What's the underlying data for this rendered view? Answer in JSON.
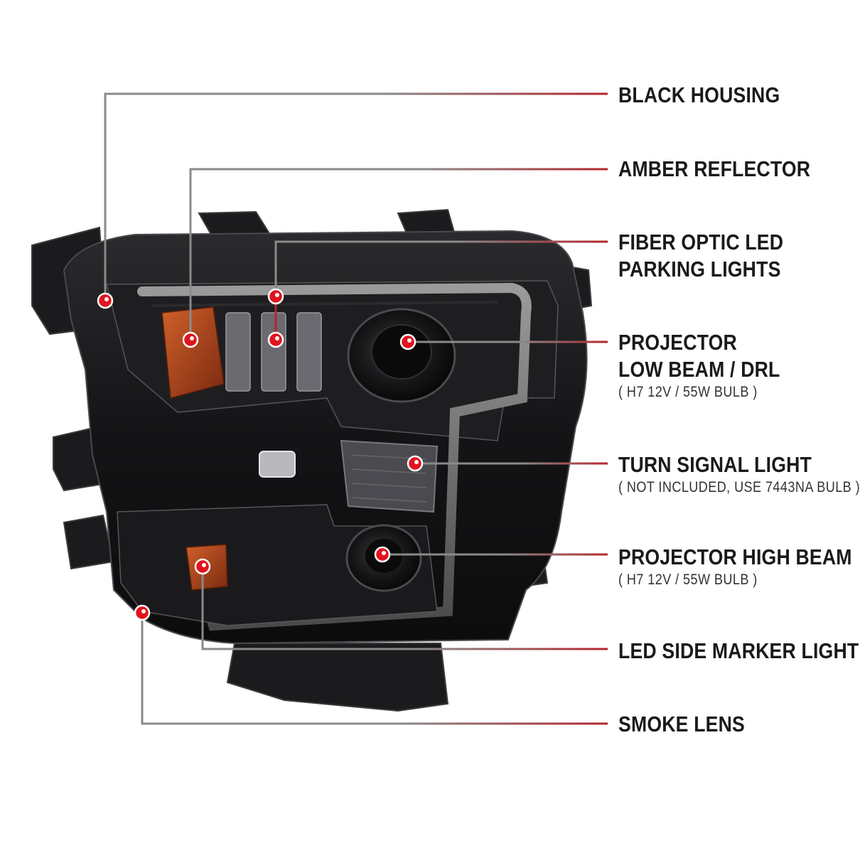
{
  "callouts": [
    {
      "id": "black-housing",
      "lines": [
        "BLACK HOUSING"
      ],
      "sub": ""
    },
    {
      "id": "amber-reflector",
      "lines": [
        "AMBER REFLECTOR"
      ],
      "sub": ""
    },
    {
      "id": "fiber-optic",
      "lines": [
        "FIBER OPTIC LED",
        "PARKING LIGHTS"
      ],
      "sub": ""
    },
    {
      "id": "projector-low",
      "lines": [
        "PROJECTOR",
        "LOW BEAM / DRL"
      ],
      "sub": "( H7  12V / 55W  BULB )"
    },
    {
      "id": "turn-signal",
      "lines": [
        "TURN SIGNAL LIGHT"
      ],
      "sub": "( NOT INCLUDED, USE  7443NA  BULB )"
    },
    {
      "id": "projector-high",
      "lines": [
        "PROJECTOR HIGH BEAM"
      ],
      "sub": "( H7  12V / 55W  BULB )"
    },
    {
      "id": "side-marker",
      "lines": [
        "LED SIDE MARKER LIGHT"
      ],
      "sub": ""
    },
    {
      "id": "smoke-lens",
      "lines": [
        "SMOKE LENS"
      ],
      "sub": ""
    }
  ],
  "colors": {
    "leader_gray": "#8a8a8a",
    "leader_red": "#b3262d",
    "dot_red": "#e0141e",
    "housing": "#141416",
    "amber": "#b5431a",
    "lens_smoke": "#3a3a3e"
  }
}
